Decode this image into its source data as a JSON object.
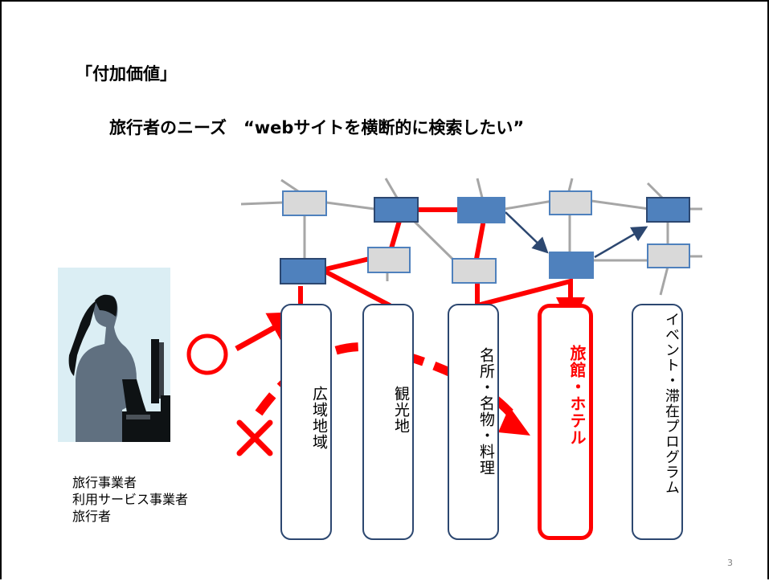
{
  "slide": {
    "title": "「付加価値」",
    "subtitle": "旅行者のニーズ　“webサイトを横断的に検索したい”",
    "page_number": "3"
  },
  "users": [
    "旅行事業者",
    "利用サービス事業者",
    "旅行者"
  ],
  "categories": [
    {
      "label": "広域地域",
      "highlighted": false
    },
    {
      "label": "観光地",
      "highlighted": false
    },
    {
      "label": "名所・名物・料理",
      "highlighted": false
    },
    {
      "label": "旅館・ホテル",
      "highlighted": true
    },
    {
      "label": "イベント・滞在プログラム",
      "highlighted": false
    }
  ],
  "marks": {
    "good": "○",
    "bad": "×"
  },
  "colors": {
    "highlight": "#ff0000",
    "node_dark": "#4f81bd",
    "node_light": "#d9d9d9",
    "pill_border": "#2c4770",
    "link_gray": "#a6a6a6",
    "arrow_blue": "#2c4770"
  },
  "icons": {
    "user": "person-at-computer-icon"
  }
}
